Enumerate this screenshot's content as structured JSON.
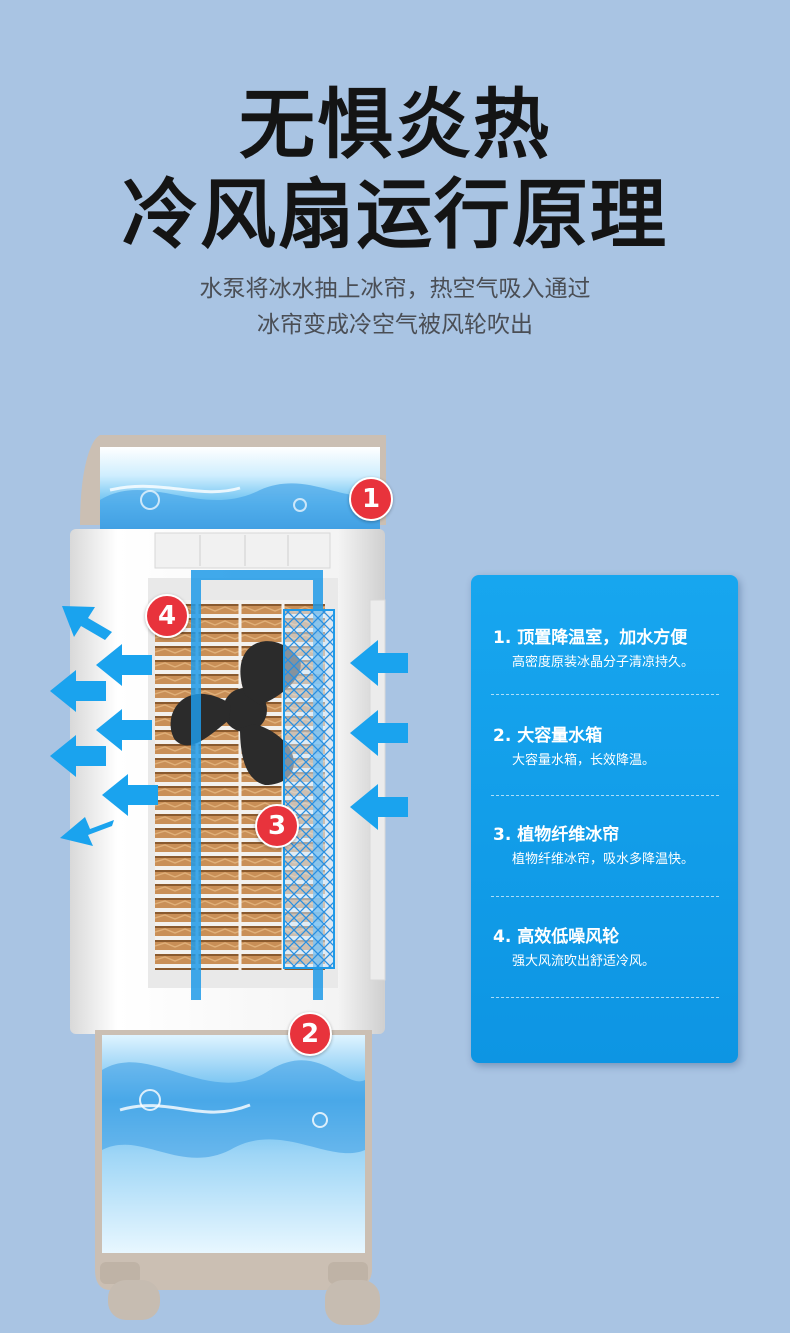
{
  "headline": {
    "line1": "无惧炎热",
    "line2": "冷风扇运行原理"
  },
  "subtitle": {
    "line1": "水泵将冰水抽上冰帘，热空气吸入通过",
    "line2": "冰帘变成冷空气被风轮吹出"
  },
  "badges": [
    "1",
    "2",
    "3",
    "4"
  ],
  "features": [
    {
      "title": "1. 顶置降温室，加水方便",
      "desc": "高密度原装冰晶分子清凉持久。"
    },
    {
      "title": "2. 大容量水箱",
      "desc": "大容量水箱，长效降温。"
    },
    {
      "title": "3. 植物纤维冰帘",
      "desc": "植物纤维冰帘，吸水多降温快。"
    },
    {
      "title": "4. 高效低噪风轮",
      "desc": "强大风流吹出舒适冷风。"
    }
  ],
  "colors": {
    "background": "#a9c4e3",
    "panel": "#17a6ef",
    "badge": "#e8333c",
    "arrow": "#1aa3ee"
  }
}
